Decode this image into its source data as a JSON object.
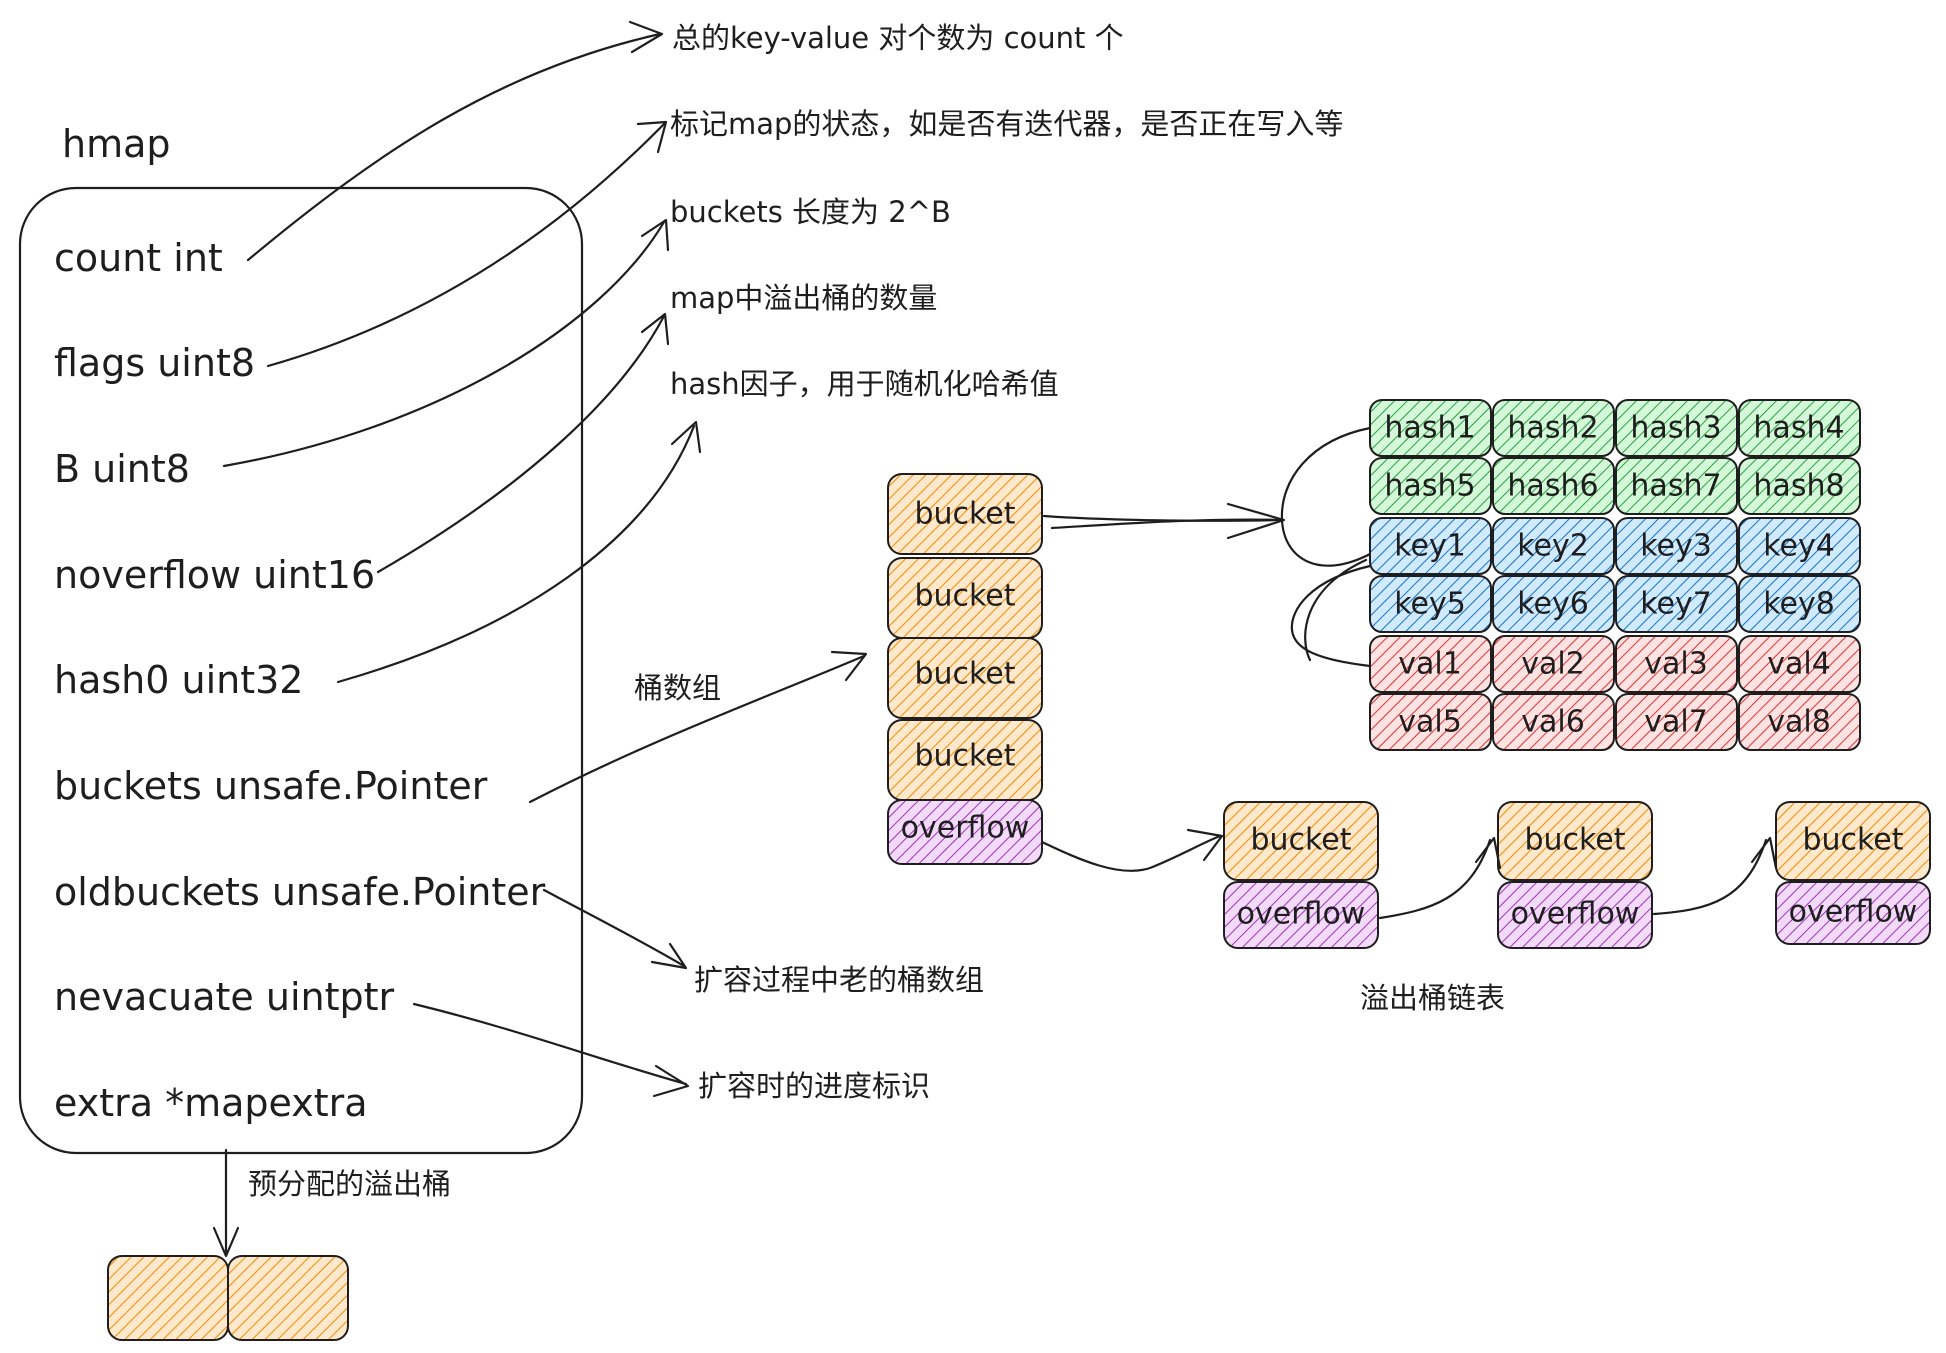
{
  "colors": {
    "ink": "#1e1e1e",
    "orange": "#f08c00",
    "green": "#2f9e44",
    "blue": "#1971c2",
    "red": "#e03131",
    "purple": "#9c36b5",
    "orange_fill": "#ffe8cc",
    "green_fill": "#d3f9d8",
    "blue_fill": "#d0ebff",
    "red_fill": "#ffe3e3",
    "purple_fill": "#f3d9fa"
  },
  "hmap": {
    "title": "hmap",
    "fields": [
      "count int",
      "flags uint8",
      "B uint8",
      "noverflow uint16",
      "hash0 uint32",
      "buckets unsafe.Pointer",
      "oldbuckets unsafe.Pointer",
      "nevacuate uintptr",
      "extra *mapextra"
    ]
  },
  "notes": {
    "count": "总的key-value 对个数为 count 个",
    "flags": "标记map的状态，如是否有迭代器，是否正在写入等",
    "B": "buckets 长度为 2^B",
    "noverflow": "map中溢出桶的数量",
    "hash0": "hash因子，用于随机化哈希值",
    "buckets": "桶数组",
    "oldbuckets": "扩容过程中老的桶数组",
    "nevacuate": "扩容时的进度标识",
    "extra": "预分配的溢出桶",
    "overflow_chain": "溢出桶链表"
  },
  "bucket_array": {
    "items": [
      "bucket",
      "bucket",
      "bucket",
      "bucket",
      "overflow"
    ]
  },
  "bucket_grid": {
    "rows": [
      [
        "hash1",
        "hash2",
        "hash3",
        "hash4"
      ],
      [
        "hash5",
        "hash6",
        "hash7",
        "hash8"
      ],
      [
        "key1",
        "key2",
        "key3",
        "key4"
      ],
      [
        "key5",
        "key6",
        "key7",
        "key8"
      ],
      [
        "val1",
        "val2",
        "val3",
        "val4"
      ],
      [
        "val5",
        "val6",
        "val7",
        "val8"
      ]
    ]
  },
  "overflow_chain": {
    "nodes": [
      {
        "top": "bucket",
        "bottom": "overflow"
      },
      {
        "top": "bucket",
        "bottom": "overflow"
      },
      {
        "top": "bucket",
        "bottom": "overflow"
      }
    ]
  }
}
